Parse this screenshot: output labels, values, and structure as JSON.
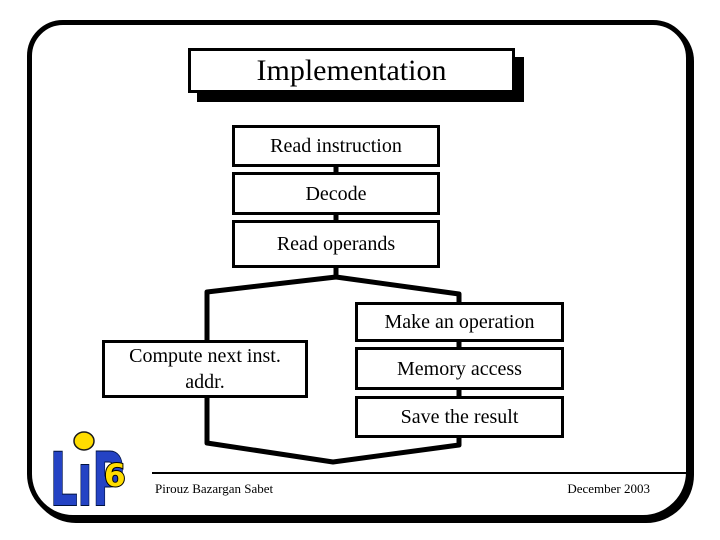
{
  "slide": {
    "title": "Implementation",
    "flow": {
      "chain": [
        "Read instruction",
        "Decode",
        "Read operands"
      ],
      "left_branch_label": "Compute next inst. addr.",
      "right_branch": [
        "Make an operation",
        "Memory access",
        "Save the result"
      ]
    },
    "footer": {
      "author": "Pirouz Bazargan Sabet",
      "date": "December 2003"
    },
    "logo": {
      "letters": "LıP",
      "digit": "6"
    }
  },
  "colors": {
    "ink": "#000000",
    "background": "#ffffff",
    "logo_blue": "#2443c4",
    "logo_yellow": "#ffdd00"
  }
}
